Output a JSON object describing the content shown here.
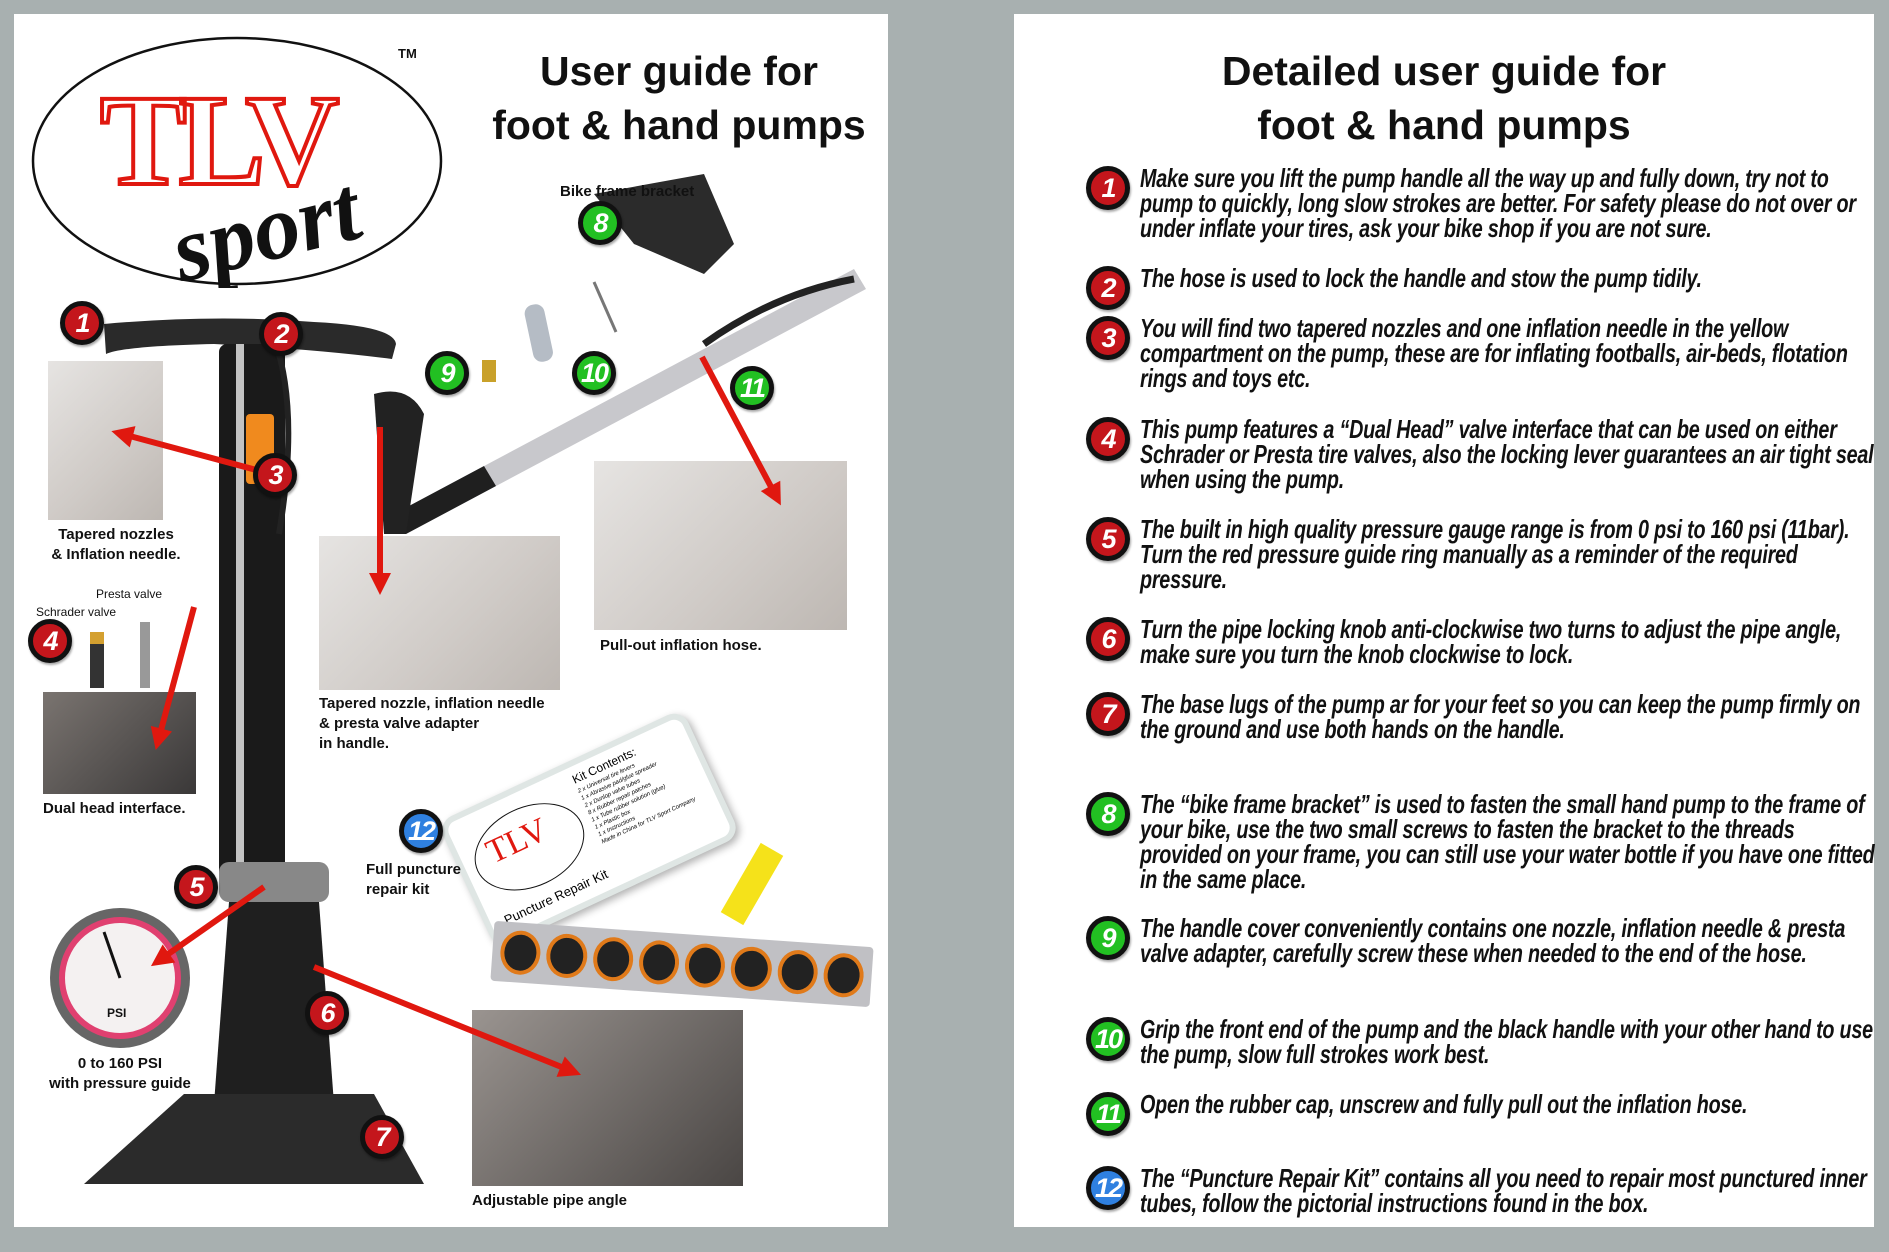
{
  "left": {
    "title_line1": "User guide for",
    "title_line2": "foot & hand pumps",
    "logo": {
      "brand": "TLV",
      "sub": "sport",
      "tm": "TM"
    },
    "captions": {
      "bracket": "Bike frame bracket",
      "nozzles_1": "Tapered nozzles",
      "nozzles_2": "& Inflation needle.",
      "presta": "Presta valve",
      "schrader": "Schrader valve",
      "dual_head": "Dual head interface.",
      "gauge_1": "0 to 160 PSI",
      "gauge_2": "with pressure guide",
      "handle_1": "Tapered nozzle, inflation needle",
      "handle_2": "& presta valve adapter",
      "handle_3": "in handle.",
      "hose": "Pull-out inflation hose.",
      "kit_1": "Full puncture",
      "kit_2": "repair kit",
      "pipe": "Adjustable pipe angle"
    },
    "kit_box": {
      "heading": "Kit Contents:",
      "lines": [
        "2 x Universal tire levers",
        "1 x Abrasive pad/glue spreader",
        "2 x Dunlop valve tubes",
        "8 x Rubber repair patches",
        "1 x Tube rubber solution (glue)",
        "1 x Plastic box",
        "1 x Instructions",
        "Made in China for TLV Sport Company"
      ],
      "label": "Puncture Repair Kit"
    },
    "gauge": {
      "unit": "PSI"
    }
  },
  "right": {
    "title_line1": "Detailed user guide for",
    "title_line2": "foot & hand pumps",
    "items": [
      {
        "n": "1",
        "color": "red",
        "text": "Make sure you lift the pump handle all the way up and fully down, try not to pump to quickly, long slow strokes are better. For safety please do not over or under inflate your tires, ask your bike shop if you are not sure."
      },
      {
        "n": "2",
        "color": "red",
        "text": "The hose is used to lock the handle and  stow the pump tidily."
      },
      {
        "n": "3",
        "color": "red",
        "text": "You will find two tapered nozzles and one inflation needle in the yellow compartment on the pump, these are for inflating footballs, air-beds, flotation rings and toys etc."
      },
      {
        "n": "4",
        "color": "red",
        "text": "This pump features a “Dual Head” valve interface that can be used  on either Schrader or Presta tire valves, also the locking lever guarantees an air tight seal when using the pump."
      },
      {
        "n": "5",
        "color": "red",
        "text": "The built in high quality pressure gauge range is from 0 psi to 160 psi (11bar). Turn the red pressure guide ring manually as a reminder of the required pressure."
      },
      {
        "n": "6",
        "color": "red",
        "text": "Turn the pipe locking knob anti-clockwise two turns to adjust the pipe angle, make sure you turn the knob clockwise to lock."
      },
      {
        "n": "7",
        "color": "red",
        "text": "The base lugs of the pump ar for your feet so you can keep the pump firmly on the ground and use both hands on the handle."
      },
      {
        "n": "8",
        "color": "green",
        "text": "The “bike frame bracket” is used to fasten the small hand pump to the frame of your bike, use the two small screws to fasten the bracket to the threads provided on your frame, you can still use your water bottle if you have one fitted in the same place."
      },
      {
        "n": "9",
        "color": "green",
        "text": "The handle cover conveniently contains one nozzle, inflation needle & presta valve adapter, carefully screw these when needed to the end of the hose."
      },
      {
        "n": "10",
        "color": "green",
        "text": "Grip the front end of the pump and the black handle with your other hand to use the pump, slow full strokes work best."
      },
      {
        "n": "11",
        "color": "green",
        "text": "Open the rubber cap, unscrew and fully pull out the inflation hose."
      },
      {
        "n": "12",
        "color": "blue",
        "text": "The “Puncture Repair Kit” contains all you need to repair most punctured inner tubes, follow the pictorial  instructions found in the box."
      }
    ]
  },
  "colors": {
    "red": "#c4161c",
    "green": "#22c022",
    "blue": "#2f80e0",
    "arrow": "#e0180f",
    "background": "#a8b0b0"
  }
}
